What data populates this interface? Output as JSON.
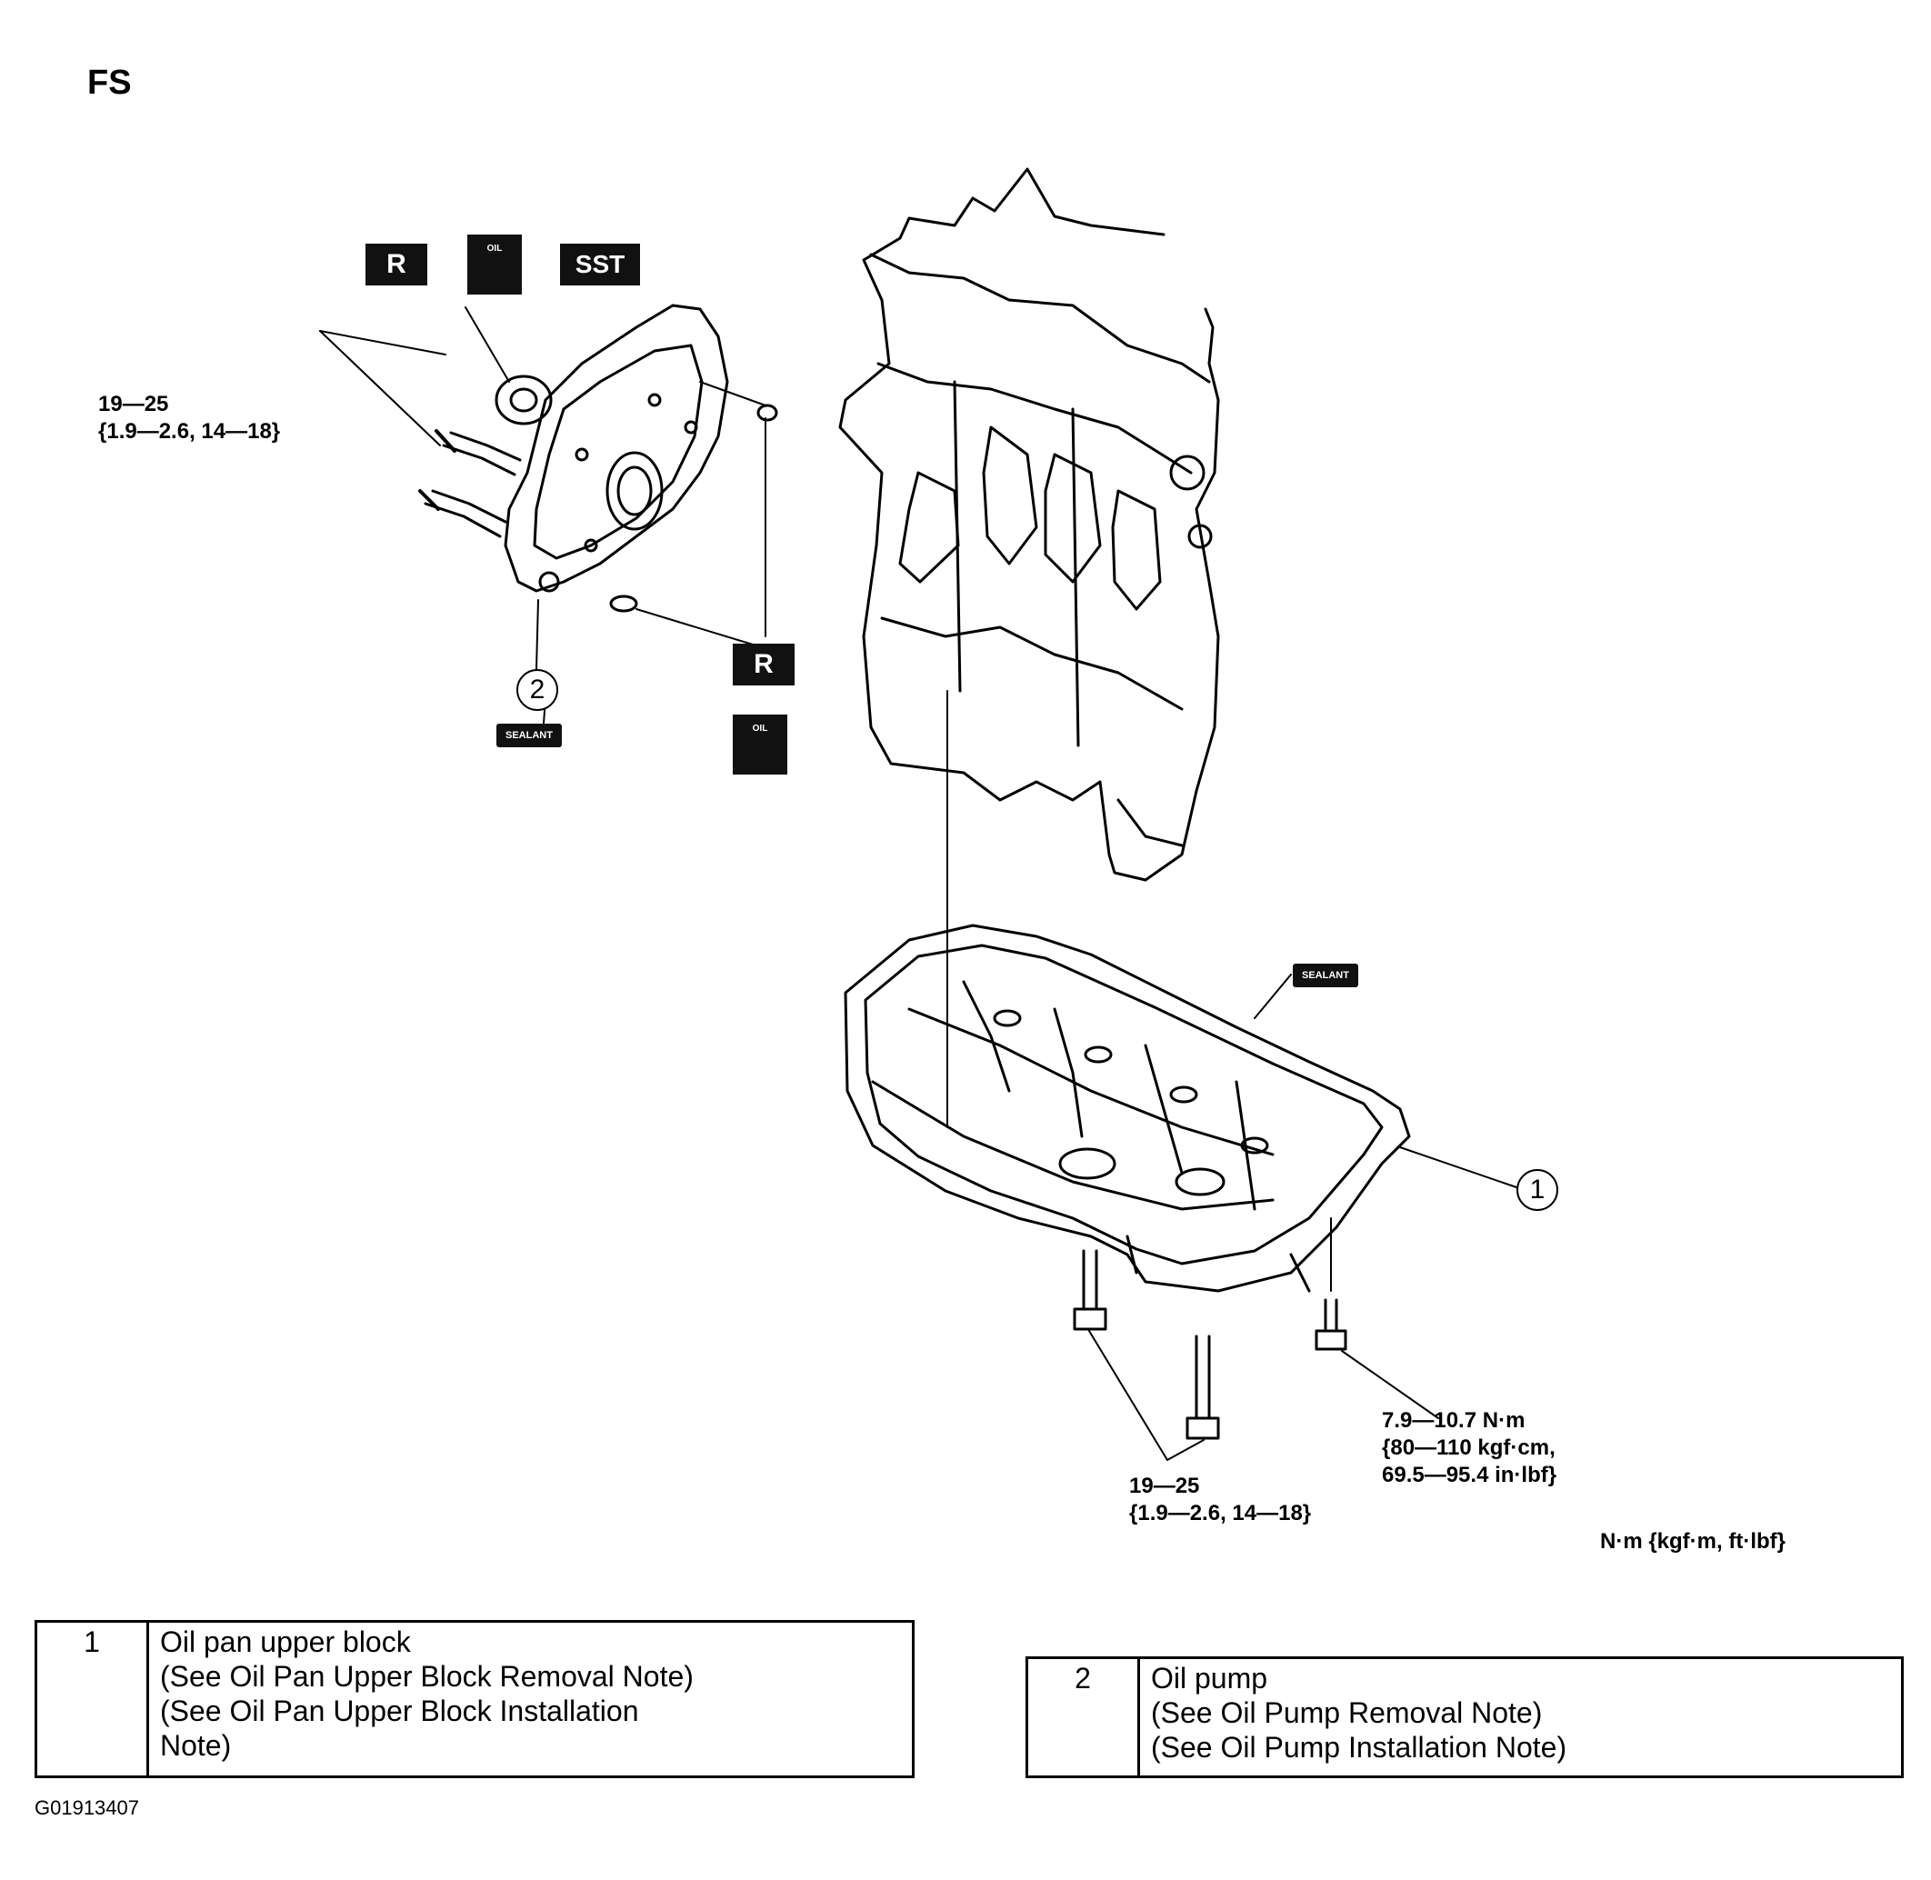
{
  "page": {
    "title": "FS",
    "figure_id": "G01913407",
    "unit_note": "N·m {kgf·m, ft·lbf}"
  },
  "symbols": {
    "replace": "R",
    "special_tool": "SST",
    "oil": "OIL",
    "sealant": "SEALANT"
  },
  "torque_specs": {
    "oil_pump_bolts": "19—25\n{1.9—2.6, 14—18}",
    "oil_pan_bolts": "19—25\n{1.9—2.6, 14—18}",
    "oil_pan_small_bolts": "7.9—10.7 N·m\n{80—110 kgf·cm,\n69.5—95.4 in·lbf}"
  },
  "callouts": {
    "oil_pan": "1",
    "oil_pump": "2"
  },
  "legend": [
    {
      "number": "1",
      "lines": [
        "Oil pan upper block",
        "(See Oil Pan Upper Block Removal Note)",
        "(See Oil Pan Upper Block Installation",
        "Note)"
      ]
    },
    {
      "number": "2",
      "lines": [
        "Oil pump",
        "(See Oil Pump Removal Note)",
        "(See Oil Pump Installation Note)"
      ]
    }
  ]
}
